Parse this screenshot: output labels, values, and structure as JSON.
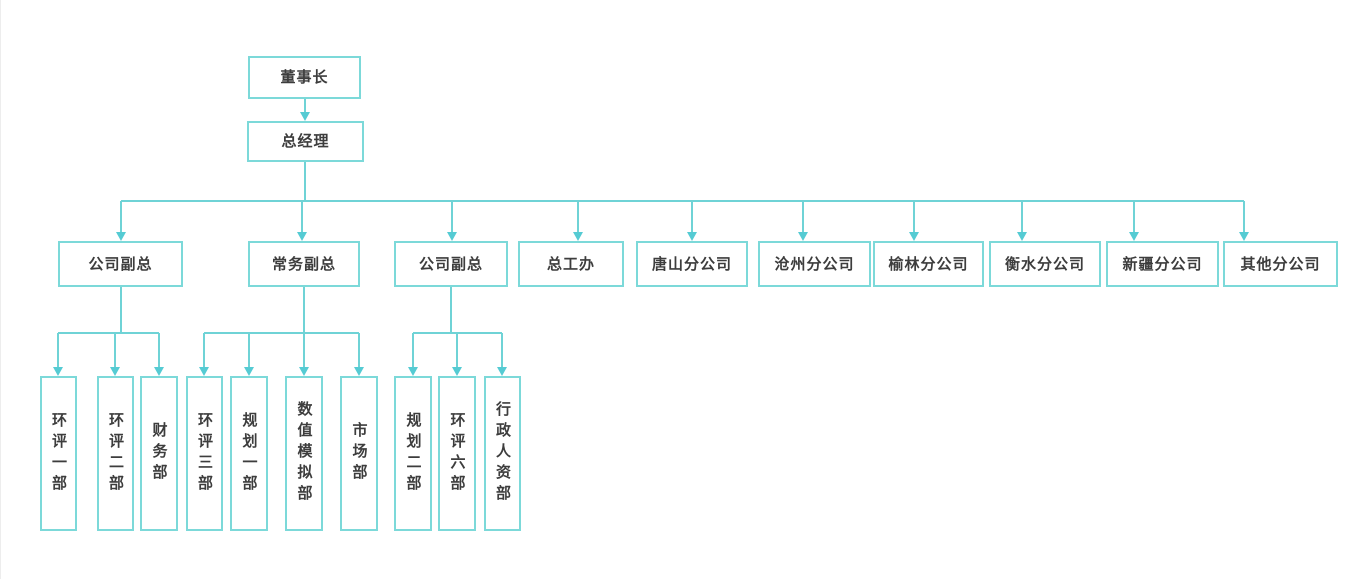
{
  "org": {
    "colors": {
      "box_border": "#7cd9d9",
      "box_fill": "#ffffff",
      "connector_line": "#6fd3d6",
      "arrow_fill": "#55cbd3",
      "text": "#3d3d3d",
      "canvas_background": "#ffffff"
    },
    "nodes": [
      {
        "id": "chairman",
        "label": "董事长",
        "parent": null,
        "orientation": "horizontal"
      },
      {
        "id": "gm",
        "label": "总经理",
        "parent": "chairman",
        "orientation": "horizontal"
      },
      {
        "id": "vp1",
        "label": "公司副总",
        "parent": "gm",
        "orientation": "horizontal"
      },
      {
        "id": "evp",
        "label": "常务副总",
        "parent": "gm",
        "orientation": "horizontal"
      },
      {
        "id": "vp2",
        "label": "公司副总",
        "parent": "gm",
        "orientation": "horizontal"
      },
      {
        "id": "zgb",
        "label": "总工办",
        "parent": "gm",
        "orientation": "horizontal"
      },
      {
        "id": "tangshan",
        "label": "唐山分公司",
        "parent": "gm",
        "orientation": "horizontal"
      },
      {
        "id": "cangzhou",
        "label": "沧州分公司",
        "parent": "gm",
        "orientation": "horizontal"
      },
      {
        "id": "yulin",
        "label": "榆林分公司",
        "parent": "gm",
        "orientation": "horizontal"
      },
      {
        "id": "hengshui",
        "label": "衡水分公司",
        "parent": "gm",
        "orientation": "horizontal"
      },
      {
        "id": "xinjiang",
        "label": "新疆分公司",
        "parent": "gm",
        "orientation": "horizontal"
      },
      {
        "id": "other",
        "label": "其他分公司",
        "parent": "gm",
        "orientation": "horizontal"
      },
      {
        "id": "hp1",
        "label": "环评一部",
        "parent": "vp1",
        "orientation": "vertical"
      },
      {
        "id": "hp2",
        "label": "环评二部",
        "parent": "vp1",
        "orientation": "vertical"
      },
      {
        "id": "finance",
        "label": "财务部",
        "parent": "vp1",
        "orientation": "vertical"
      },
      {
        "id": "hp3",
        "label": "环评三部",
        "parent": "evp",
        "orientation": "vertical"
      },
      {
        "id": "plan1",
        "label": "规划一部",
        "parent": "evp",
        "orientation": "vertical"
      },
      {
        "id": "numsim",
        "label": "数值模拟部",
        "parent": "evp",
        "orientation": "vertical"
      },
      {
        "id": "market",
        "label": "市场部",
        "parent": "evp",
        "orientation": "vertical"
      },
      {
        "id": "plan2",
        "label": "规划二部",
        "parent": "vp2",
        "orientation": "vertical"
      },
      {
        "id": "hp6",
        "label": "环评六部",
        "parent": "vp2",
        "orientation": "vertical"
      },
      {
        "id": "adminhr",
        "label": "行政人资部",
        "parent": "vp2",
        "orientation": "vertical"
      }
    ]
  }
}
